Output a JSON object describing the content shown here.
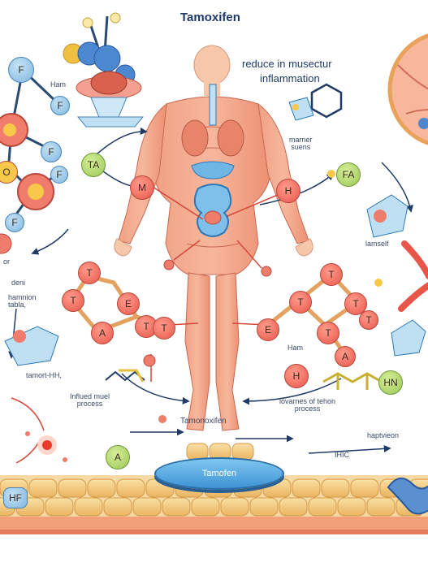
{
  "title": "Tamoxifen",
  "annotation_top_right": [
    "reduce in musectur",
    "inflammation"
  ],
  "labels": {
    "ham_top": "Ham",
    "marker_suens": "marner\nsuens",
    "lamseit": "lamself",
    "or": "or",
    "deni": "deni",
    "hamnion_tabla": "hamnion\ntabla,",
    "tamort": "tamort-HH,",
    "influed_process": "Influed muel\nprocess",
    "tamonoxifen": "Tamonoxifen",
    "ham_mid": "Ham",
    "iovarnes": "iovarnes of tehon\nprocess",
    "haptvieon": "haptvieon",
    "ihic": "IHIC",
    "pill": "Tamofen",
    "hf": "HF"
  },
  "nodes": {
    "f1": "F",
    "f2": "F",
    "f3": "F",
    "f4": "F",
    "f5": "F",
    "o": "O",
    "ta": "TA",
    "m": "M",
    "h_right": "H",
    "fa": "FA",
    "t1": "T",
    "t2": "T",
    "e1": "E",
    "t3": "T",
    "a1": "A",
    "t4": "T",
    "t5": "T",
    "e2": "E",
    "t6": "T",
    "t7": "T",
    "t8": "T",
    "t9": "T",
    "a2": "A",
    "h_mid": "H",
    "hn": "HN",
    "a_bottom": "A"
  },
  "colors": {
    "title": "#1f3a66",
    "node_red": "#e8564a",
    "node_green": "#9cc654",
    "muscle": "#ef8a6c",
    "tissue": "#f3c77a",
    "pill": "#3f93d4"
  }
}
